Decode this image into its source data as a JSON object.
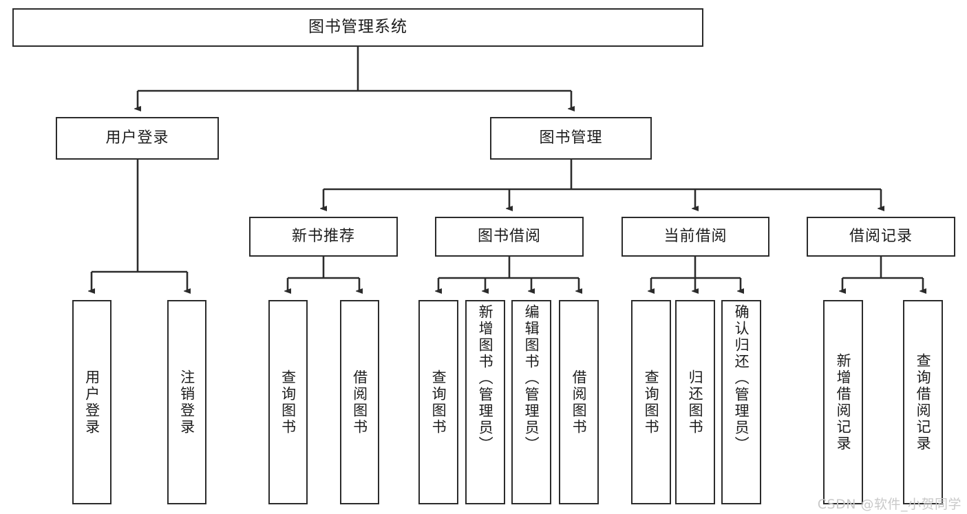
{
  "diagram": {
    "title": "图书管理系统",
    "type": "tree-hierarchy",
    "watermark": "CSDN @软件_小贺同学",
    "colors": {
      "box_border": "#2b2b2b",
      "box_fill": "#ffffff",
      "connector": "#2b2b2b",
      "text": "#1c1c1c",
      "watermark": "#c9c9c9"
    },
    "root": {
      "label": "图书管理系统"
    },
    "level1": [
      {
        "label": "用户登录"
      },
      {
        "label": "图书管理"
      }
    ],
    "level2": [
      {
        "label": "新书推荐"
      },
      {
        "label": "图书借阅"
      },
      {
        "label": "当前借阅"
      },
      {
        "label": "借阅记录"
      }
    ],
    "leaves": {
      "user_login": [
        {
          "label": "用户登录"
        },
        {
          "label": "注销登录"
        }
      ],
      "new_book": [
        {
          "label": "查询图书"
        },
        {
          "label": "借阅图书"
        }
      ],
      "borrow_book": [
        {
          "label": "查询图书"
        },
        {
          "label": "新增图书（管理员）"
        },
        {
          "label": "编辑图书（管理员）"
        },
        {
          "label": "借阅图书"
        }
      ],
      "current_borrow": [
        {
          "label": "查询图书"
        },
        {
          "label": "归还图书"
        },
        {
          "label": "确认归还（管理员）"
        }
      ],
      "borrow_record": [
        {
          "label": "新增借阅记录"
        },
        {
          "label": "查询借阅记录"
        }
      ]
    }
  }
}
